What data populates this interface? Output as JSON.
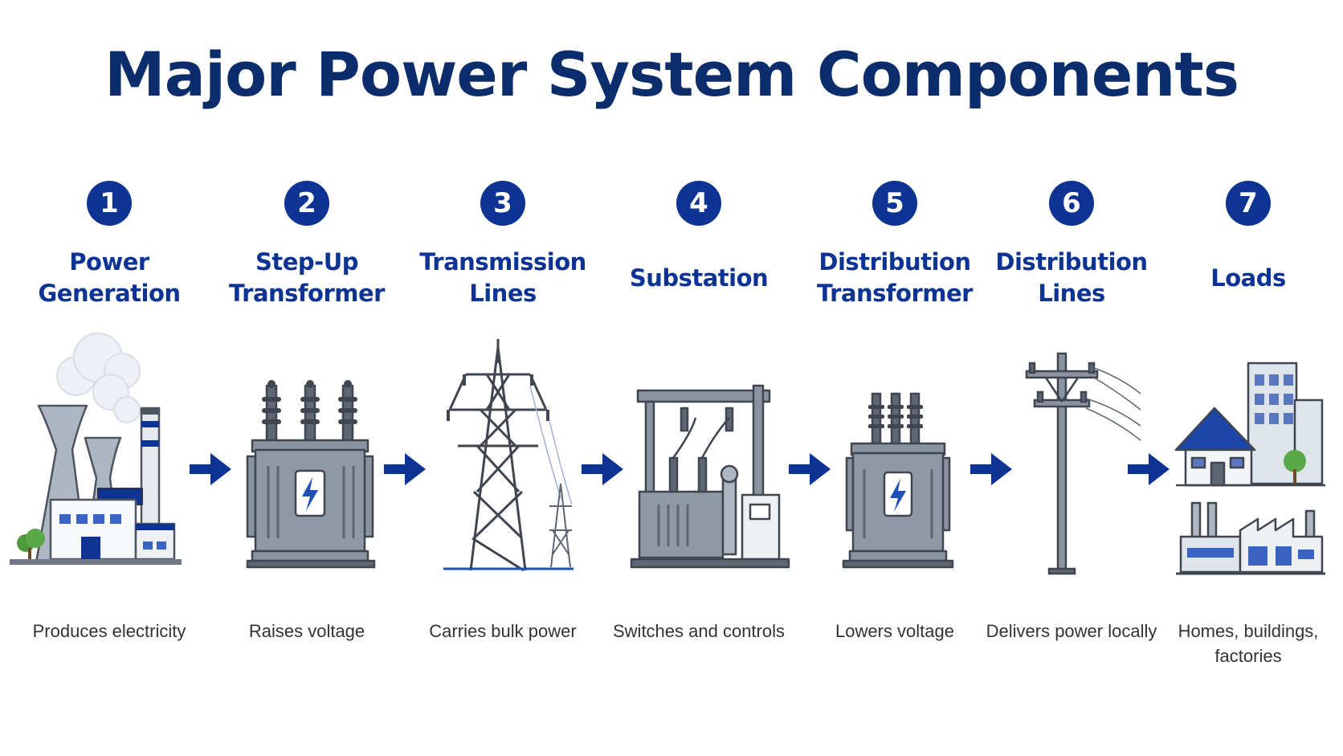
{
  "title": "Major Power System Components",
  "steps": [
    {
      "number": "1",
      "name": "Power Generation",
      "description": "Produces electricity",
      "icon": "power-plant-icon"
    },
    {
      "number": "2",
      "name": "Step-Up Transformer",
      "description": "Raises voltage",
      "icon": "transformer-icon"
    },
    {
      "number": "3",
      "name": "Transmission Lines",
      "description": "Carries bulk power",
      "icon": "transmission-tower-icon"
    },
    {
      "number": "4",
      "name": "Substation",
      "description": "Switches and controls",
      "icon": "substation-icon"
    },
    {
      "number": "5",
      "name": "Distribution Transformer",
      "description": "Lowers voltage",
      "icon": "distribution-transformer-icon"
    },
    {
      "number": "6",
      "name": "Distribution Lines",
      "description": "Delivers power locally",
      "icon": "utility-pole-icon"
    },
    {
      "number": "7",
      "name": "Loads",
      "description": "Homes, buildings, factories",
      "icon": "buildings-icon"
    }
  ],
  "colors": {
    "accent": "#0d3494",
    "title": "#0c2d6b",
    "equipment": "#7d8794",
    "text": "#303338"
  }
}
